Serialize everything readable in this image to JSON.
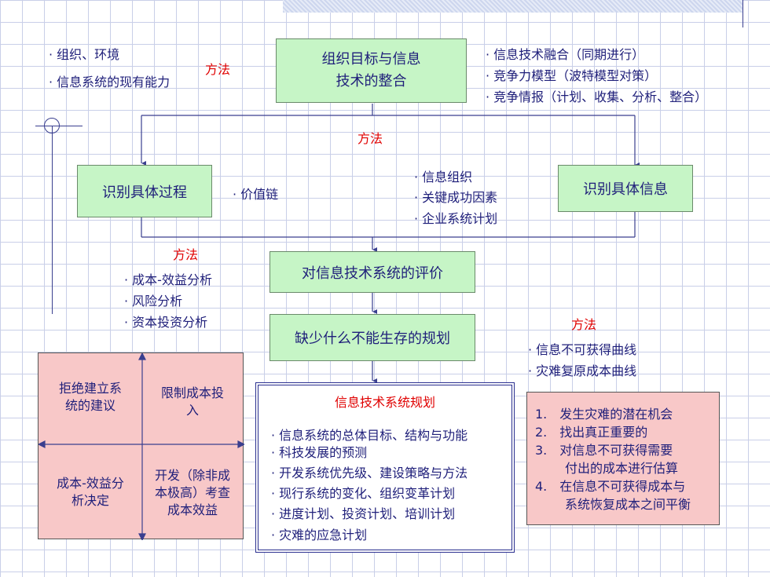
{
  "top_left_notes": [
    "组织、环境",
    "信息系统的现有能力"
  ],
  "method_label": "方法",
  "center_box": [
    "组织目标与信息",
    "技术的整合"
  ],
  "top_right_notes": [
    "信息技术融合（同期进行）",
    "竞争力模型（波特模型对策）",
    "竞争情报（计划、收集、分析、整合）"
  ],
  "identify_process": "识别具体过程",
  "identify_info": "识别具体信息",
  "value_chain": "价值链",
  "mid_notes": [
    "信息组织",
    "关键成功因素",
    "企业系统计划"
  ],
  "left_methods": [
    "成本-效益分析",
    "风险分析",
    "资本投资分析"
  ],
  "evaluation_box": "对信息技术系统的评价",
  "survival_box": "缺少什么不能生存的规划",
  "right_methods": [
    "信息不可获得曲线",
    "灾难复原成本曲线"
  ],
  "quadrants": {
    "tl": [
      "拒绝建立系",
      "统的建议"
    ],
    "tr": [
      "限制成本投",
      "入"
    ],
    "bl": [
      "成本-效益分",
      "析决定"
    ],
    "br": [
      "开发（除非成",
      "本极高）考查",
      "成本效益"
    ]
  },
  "plan": {
    "title": "信息技术系统规划",
    "items": [
      "信息系统的总体目标、结构与功能",
      "科技发展的预测",
      "开发系统优先级、建设策略与方法",
      "现行系统的变化、组织变革计划",
      "进度计划、投资计划、培训计划",
      "灾难的应急计划"
    ]
  },
  "disaster_steps": [
    {
      "num": "1.",
      "lines": [
        "发生灾难的潜在机会"
      ]
    },
    {
      "num": "2.",
      "lines": [
        "找出真正重要的"
      ]
    },
    {
      "num": "3.",
      "lines": [
        "对信息不可获得需要",
        "付出的成本进行估算"
      ]
    },
    {
      "num": "4.",
      "lines": [
        "在信息不可获得成本与",
        "系统恢复成本之间平衡"
      ]
    }
  ]
}
